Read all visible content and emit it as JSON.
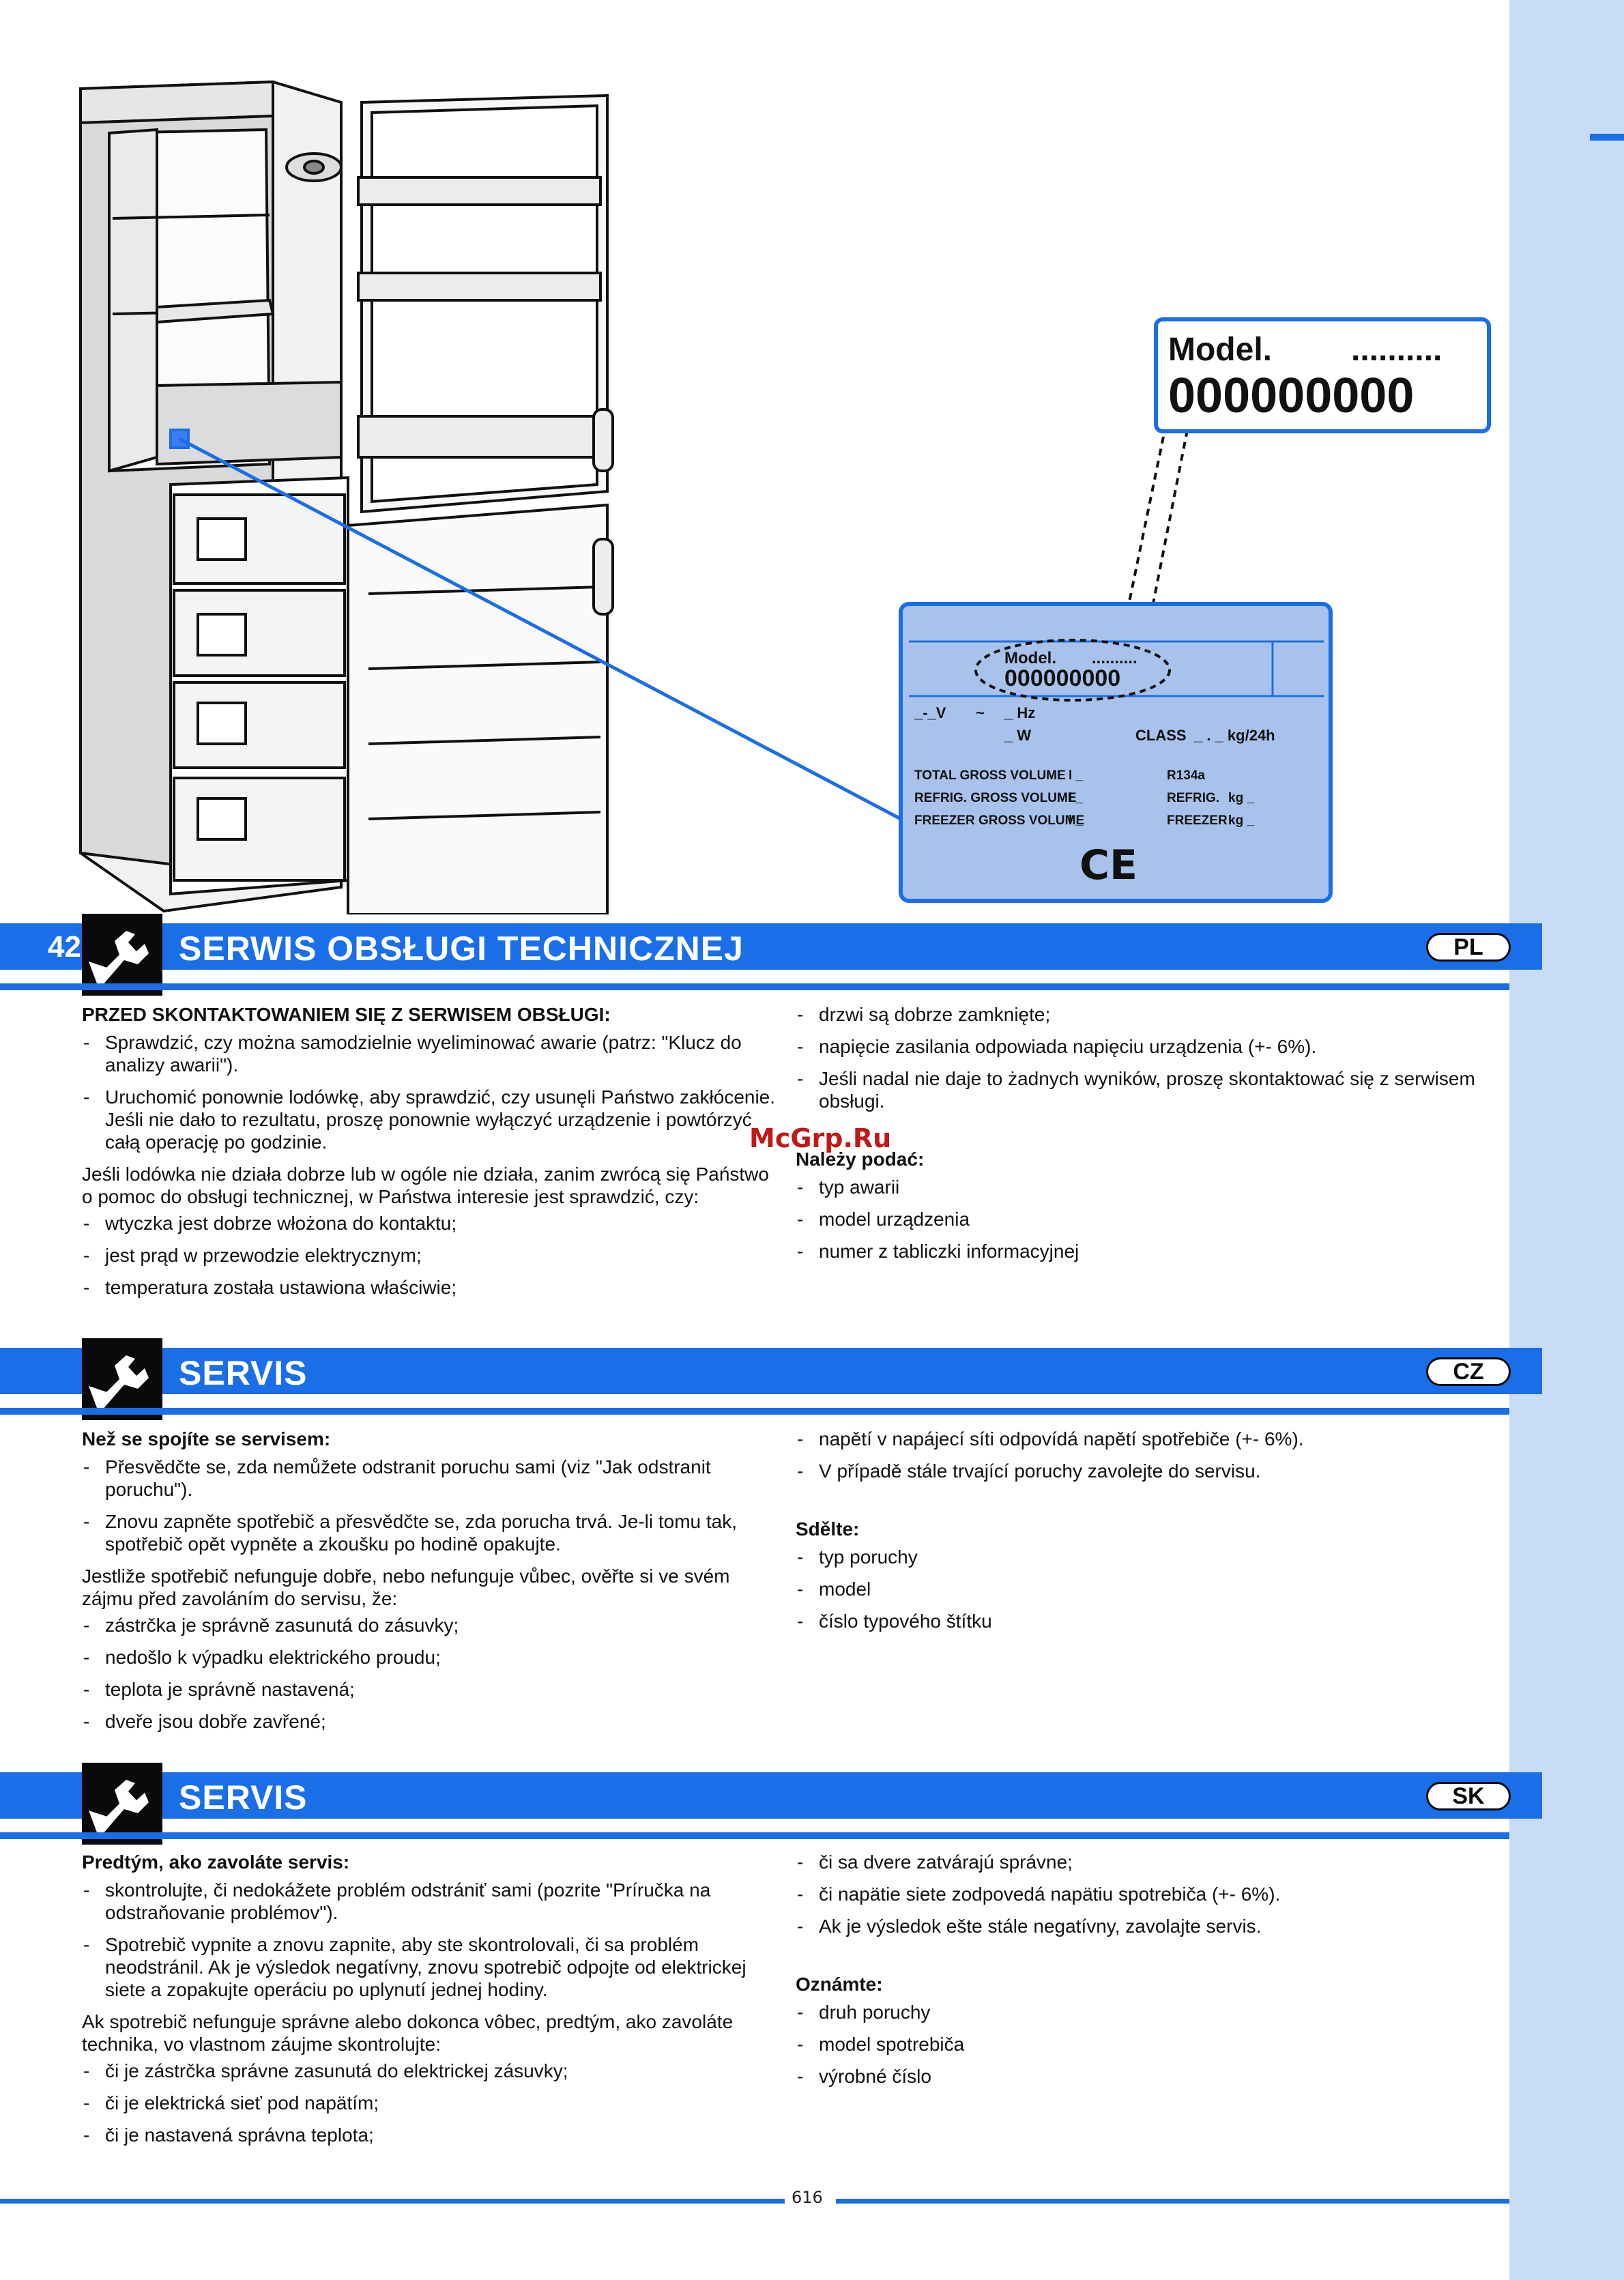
{
  "label_callout": {
    "model_word": "Model.",
    "model_dots": "..........",
    "model_number": "000000000"
  },
  "rating_plate": {
    "model_word": "Model.",
    "model_dots": "..........",
    "model_number": "000000000",
    "voltage": "_-_V",
    "tilde": "~",
    "hz": "_ Hz",
    "watt": "_ W",
    "class_label": "CLASS",
    "class_unit": "_ . _ kg/24h",
    "rows": [
      {
        "label": "TOTAL GROSS VOLUME",
        "unit": "l _",
        "right": "R134a",
        "right_unit": ""
      },
      {
        "label": "REFRIG. GROSS VOLUME",
        "unit": "l _",
        "right": "REFRIG.",
        "right_unit": "kg _"
      },
      {
        "label": "FREEZER GROSS VOLUME",
        "unit": "l _",
        "right": "FREEZER",
        "right_unit": "kg _"
      }
    ],
    "ce_mark": "CE"
  },
  "pl": {
    "page_number": "42",
    "title": "SERWIS OBSŁUGI TECHNICZNEJ",
    "lang": "PL",
    "heading": "PRZED SKONTAKTOWANIEM SIĘ Z SERWISEM OBSŁUGI:",
    "items1": [
      "Sprawdzić, czy można samodzielnie wyeliminować awarie (patrz: \"Klucz do analizy awarii\").",
      "Uruchomić ponownie lodówkę, aby sprawdzić, czy usunęli Państwo zakłócenie. Jeśli nie dało to rezultatu, proszę ponownie wyłączyć urządzenie i powtórzyć całą operację po godzinie."
    ],
    "para": "Jeśli lodówka nie działa dobrze lub w ogóle nie działa, zanim zwrócą się Państwo o pomoc do obsługi technicznej, w Państwa interesie jest sprawdzić, czy:",
    "items2": [
      "wtyczka jest dobrze włożona do kontaktu;",
      "jest prąd w przewodzie elektrycznym;",
      "temperatura została ustawiona właściwie;"
    ],
    "items3": [
      "drzwi są dobrze zamknięte;",
      "napięcie zasilania odpowiada napięciu urządzenia (+- 6%).",
      "Jeśli nadal nie daje to żadnych wyników, proszę skontaktować się z serwisem obsługi."
    ],
    "heading2": "Należy podać:",
    "items4": [
      "typ awarii",
      "model urządzenia",
      "numer z tabliczki informacyjnej"
    ]
  },
  "cz": {
    "title": "SERVIS",
    "lang": "CZ",
    "heading": "Než se spojíte se servisem:",
    "items1": [
      "Přesvědčte se, zda nemůžete odstranit poruchu sami (viz \"Jak odstranit poruchu\").",
      "Znovu zapněte spotřebič a přesvědčte se, zda porucha trvá. Je-li tomu tak, spotřebič opět vypněte a zkoušku po hodině opakujte."
    ],
    "para": "Jestliže spotřebič nefunguje dobře, nebo nefunguje vůbec, ověřte si ve svém zájmu před zavoláním do servisu, že:",
    "items2": [
      "zástrčka je správně zasunutá do zásuvky;",
      "nedošlo k výpadku elektrického proudu;",
      "teplota je správně nastavená;",
      "dveře jsou dobře zavřené;"
    ],
    "items3": [
      "napětí v napájecí síti odpovídá napětí spotřebiče (+- 6%).",
      "V případě stále trvající poruchy zavolejte do servisu."
    ],
    "heading2": "Sdělte:",
    "items4": [
      "typ poruchy",
      "model",
      "číslo typového štítku"
    ]
  },
  "sk": {
    "title": "SERVIS",
    "lang": "SK",
    "heading": "Predtým, ako zavoláte servis:",
    "items1": [
      "skontrolujte, či nedokážete problém odstrániť sami (pozrite \"Príručka na odstraňovanie problémov\").",
      "Spotrebič vypnite a znovu zapnite, aby ste skontrolovali, či sa problém neodstránil. Ak je výsledok negatívny, znovu spotrebič odpojte od elektrickej siete a zopakujte operáciu po uplynutí jednej hodiny."
    ],
    "para": "Ak spotrebič nefunguje správne alebo dokonca vôbec, predtým, ako zavoláte technika, vo vlastnom záujme skontrolujte:",
    "items2": [
      "či je zástrčka správne zasunutá do elektrickej zásuvky;",
      "či je elektrická sieť pod napätím;",
      "či je nastavená správna teplota;"
    ],
    "items3": [
      "či sa dvere zatvárajú správne;",
      "či napätie siete zodpovedá napätiu spotrebiča (+- 6%).",
      "Ak je výsledok ešte stále negatívny, zavolajte servis."
    ],
    "heading2": "Oznámte:",
    "items4": [
      "druh poruchy",
      "model spotrebiča",
      "výrobné číslo"
    ]
  },
  "watermark": "McGrp.Ru",
  "footer_page": "616",
  "colors": {
    "accent": "#1a6fe8",
    "sidebar": "#c9dcf5",
    "plate": "#a9c2ec"
  }
}
